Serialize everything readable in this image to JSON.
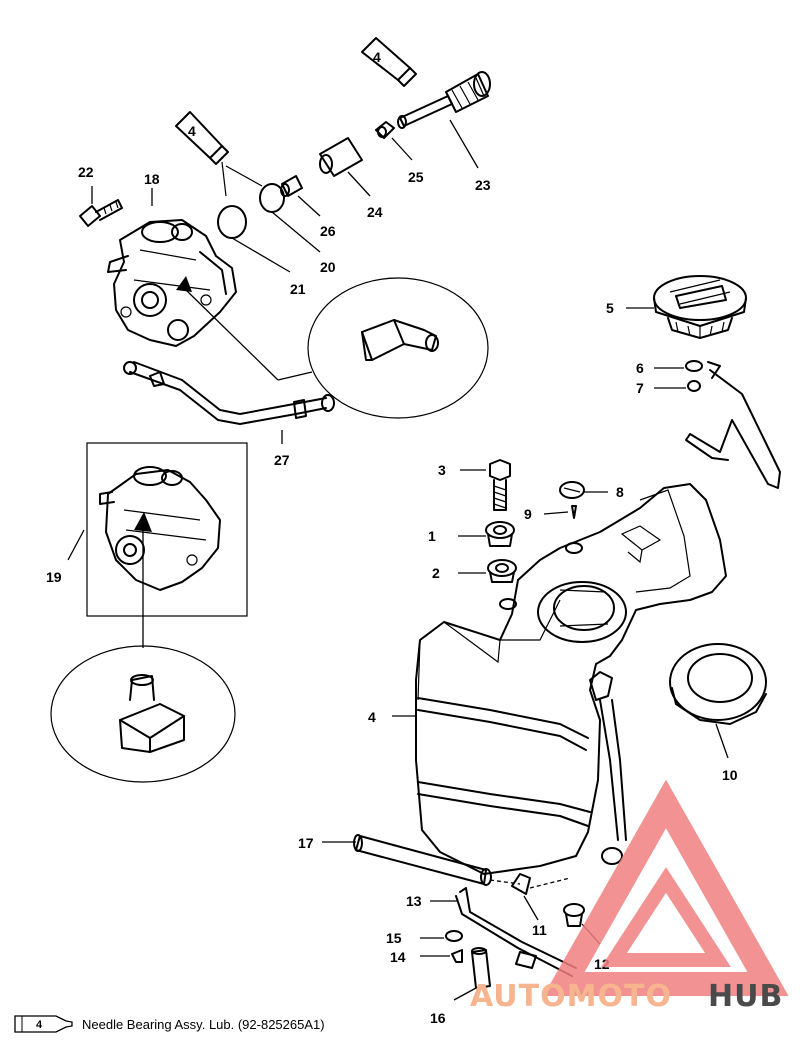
{
  "part_labels": {
    "p1": "1",
    "p2": "2",
    "p3": "3",
    "p4": "4",
    "p5": "5",
    "p6": "6",
    "p7": "7",
    "p8": "8",
    "p9": "9",
    "p10": "10",
    "p11": "11",
    "p12": "12",
    "p13": "13",
    "p14": "14",
    "p15": "15",
    "p16": "16",
    "p17": "17",
    "p18": "18",
    "p19": "19",
    "p20": "20",
    "p21": "21",
    "p22": "22",
    "p23": "23",
    "p24": "24",
    "p25": "25",
    "p26": "26",
    "p27": "27"
  },
  "tube_badge": "4",
  "legend": {
    "badge": "4",
    "text": "Needle Bearing Assy. Lub. (92-825265A1)"
  },
  "watermark": {
    "part1": "AUTOMOTO",
    "part2": "HUB",
    "color1": "#f6b48f",
    "color2": "#4a4a4a",
    "triangle_color": "#f08080"
  }
}
